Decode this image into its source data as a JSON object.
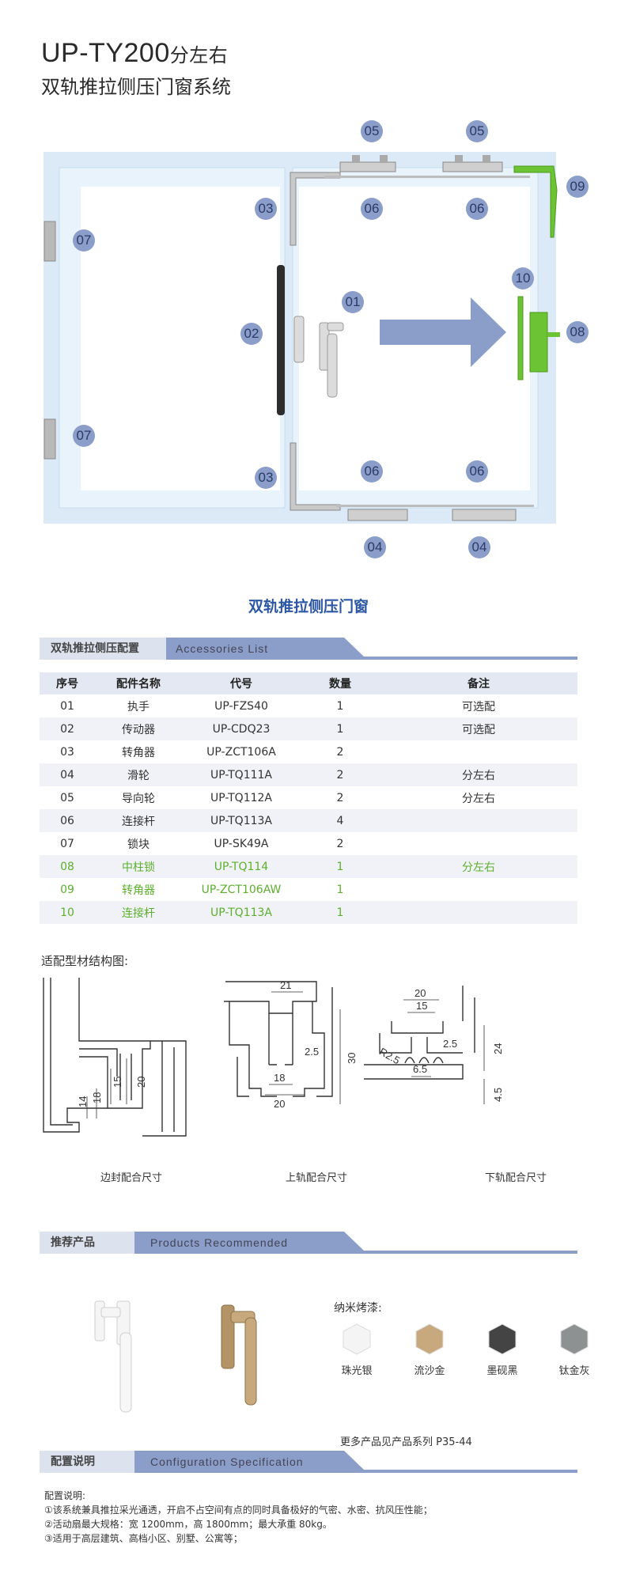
{
  "header": {
    "model": "UP-TY200",
    "model_suffix": "分左右",
    "subtitle": "双轨推拉侧压门窗系统"
  },
  "diagram_labels": {
    "n01": "01",
    "n02": "02",
    "n03": "03",
    "n04": "04",
    "n05": "05",
    "n06": "06",
    "n07": "07",
    "n08": "08",
    "n09": "09",
    "n10": "10"
  },
  "product_title": "双轨推拉侧压门窗",
  "accessories": {
    "label": "双轨推拉侧压配置",
    "en": "Accessories List",
    "headers": [
      "序号",
      "配件名称",
      "代号",
      "数量",
      "备注"
    ],
    "rows": [
      [
        "01",
        "执手",
        "UP-FZS40",
        "1",
        "可选配"
      ],
      [
        "02",
        "传动器",
        "UP-CDQ23",
        "1",
        "可选配"
      ],
      [
        "03",
        "转角器",
        "UP-ZCT106A",
        "2",
        ""
      ],
      [
        "04",
        "滑轮",
        "UP-TQ111A",
        "2",
        "分左右"
      ],
      [
        "05",
        "导向轮",
        "UP-TQ112A",
        "2",
        "分左右"
      ],
      [
        "06",
        "连接杆",
        "UP-TQ113A",
        "4",
        ""
      ],
      [
        "07",
        "锁块",
        "UP-SK49A",
        "2",
        ""
      ],
      [
        "08",
        "中柱锁",
        "UP-TQ114",
        "1",
        "分左右"
      ],
      [
        "09",
        "转角器",
        "UP-ZCT106AW",
        "1",
        ""
      ],
      [
        "10",
        "连接杆",
        "UP-TQ113A",
        "1",
        ""
      ]
    ]
  },
  "profiles": {
    "label": "适配型材结构图:",
    "captions": [
      "边封配合尺寸",
      "上轨配合尺寸",
      "下轨配合尺寸"
    ],
    "dims_side": [
      "14",
      "18",
      "15",
      "20"
    ],
    "dims_top": [
      "21",
      "2.5",
      "30",
      "18",
      "20"
    ],
    "dims_bottom": [
      "20",
      "15",
      "2.5",
      "24",
      "R2.5",
      "6.5",
      "4.5"
    ]
  },
  "recommended": {
    "label": "推荐产品",
    "en": "Products Recommended",
    "paint_title": "纳米烤漆:",
    "swatches": [
      {
        "name": "珠光银",
        "color": "#f4f4f4"
      },
      {
        "name": "流沙金",
        "color": "#c8a97e"
      },
      {
        "name": "墨砚黑",
        "color": "#444444"
      },
      {
        "name": "钛金灰",
        "color": "#8e9191"
      }
    ],
    "more": "更多产品见产品系列 P35-44"
  },
  "config": {
    "label": "配置说明",
    "en": "Configuration  Specification",
    "title": "配置说明:",
    "lines": [
      "①该系统兼具推拉采光通透，开启不占空间有点的同时具备极好的气密、水密、抗风压性能；",
      "②活动扇最大规格：宽 1200mm，高 1800mm；最大承重 80kg。",
      "③适用于高层建筑、高档小区、别墅、公寓等；"
    ]
  },
  "colors": {
    "accent": "#2c57a5",
    "badge": "#8b9dc9",
    "green": "#5cb02c",
    "arrow": "#8b9dc9"
  }
}
